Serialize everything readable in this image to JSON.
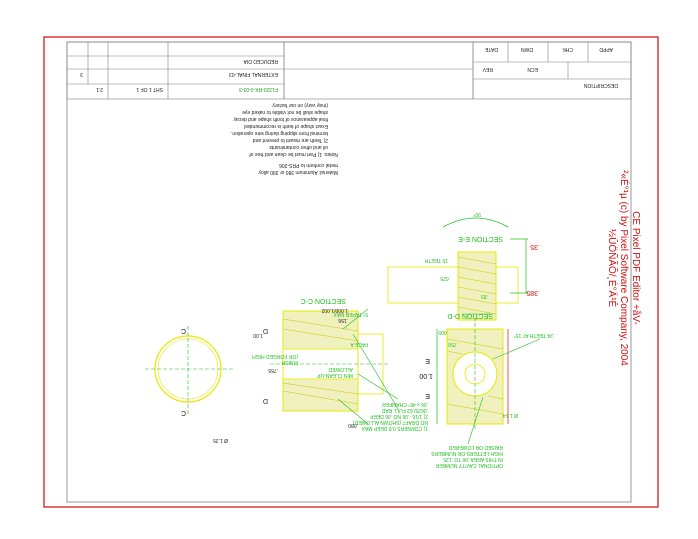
{
  "colors": {
    "border": "#d81818",
    "frame": "#808080",
    "geometry": "#e8e800",
    "dimension": "#20c020",
    "hatch": "#c8c800",
    "text": "#1a1a1a"
  },
  "watermark": {
    "line1": "CE Pixel PDF Editor +åV-",
    "line2": "²«É°¹µ (c) by Pixel Software Company, 2004",
    "line3": "½ÛÖÑÃÕ/¸É°Ä¹Ê"
  },
  "drawing": {
    "orientation": "rotated 180 degrees",
    "title_block": {
      "title": "EXTERNAL FINAL-03",
      "subtitle": "REDUCED DIA",
      "part_number": "F1320-RK-0-03-3",
      "rev": "3",
      "size": "SHT 1 OF 1",
      "scale": "2:1",
      "cells": [
        "DATE",
        "DWN",
        "CHK",
        "APPD",
        "REV",
        "ECN",
        "DESCRIPTION"
      ]
    },
    "notes": [
      "Material: Aluminum 380 or 390 alloy",
      "metal conform to PRS-206",
      "Notes: 1) Part must be clean and free of",
      "oil and other contaminants",
      "2) Teeth are meant to prevent and",
      "terminal from slipping during wire operation.",
      "Exact shape of teeth is recommended",
      "final appearance of tooth shape and decay",
      "shape shall be not visible to naked eye",
      "(may vary) on our factory"
    ],
    "sections": {
      "c_c": "SECTION C-C",
      "d_d": "SECTION D-D",
      "e_e": "SECTION E-E"
    },
    "dimensions": {
      "d1": ".385",
      ".035": ".035",
      "d3": ".83",
      "d4": ".005",
      "d5": "1.00",
      ".750": ".750",
      "d7": ".025",
      "d8": ".156",
      "d9": ".755",
      "d10": ".080",
      "d11": "1.00",
      "d12": "1.000/1.002",
      "d13": "Ø 1.25",
      "d14": "Ø 1.14",
      "d15": ".35",
      "angle": "90°",
      "teeth_count": "24 TEETH AT 15°",
      "tooth_note": "15 TEETH"
    },
    "callouts": [
      "OPTIONAL CAVITY NUMBER",
      "IN THIS AREA .06 TO .125",
      "HIGH LETTERS OR NUMBERS",
      "RAISED OR LOWERED",
      "1) CORNERS 0.8 DEEP MAX",
      "NO DRAFT (SHOWN ALLOWED)",
      "2) 1/16 -.06 NO .06 DEEP",
      ".0625/.62 FULL RAD",
      ".06 x 45° CHAMFER",
      "5° TAPER MAX",
      "MIN CLEAN-UP",
      "ALLOWED",
      "FACE A",
      "FINISH",
      "(OR FORGED HIGH"
    ],
    "labels": {
      "c_top": "C",
      "c_bottom": "C",
      "d_top": "D",
      "d_bottom": "D",
      "e_top": "E",
      "e_bottom": "E"
    }
  }
}
